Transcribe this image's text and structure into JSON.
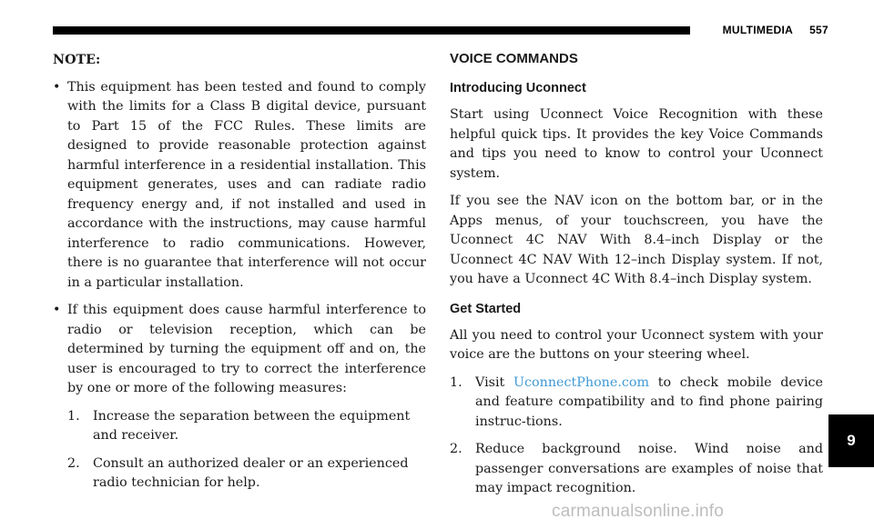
{
  "header": {
    "section": "MULTIMEDIA",
    "page_number": "557"
  },
  "left": {
    "note_label": "NOTE:",
    "bullets": [
      "This equipment has been tested and found to comply with the limits for a Class B digital device, pursuant to Part 15 of the FCC Rules. These limits are designed to provide reasonable protection against harmful interference in a residential installation. This equipment generates, uses and can radiate radio frequency energy and, if not installed and used in accordance with the instructions, may cause harmful interference to radio communications. However, there is no guarantee that interference will not occur in a particular installation.",
      "If this equipment does cause harmful interference to radio or television reception, which can be determined by turning the equipment off and on, the user is encouraged to try to correct the interference by one or more of the following measures:"
    ],
    "measures": [
      {
        "num": "1.",
        "text": "Increase the separation between the equipment and receiver."
      },
      {
        "num": "2.",
        "text": "Consult an authorized dealer or an experienced radio technician for help."
      }
    ]
  },
  "right": {
    "heading": "VOICE COMMANDS",
    "sub1": "Introducing Uconnect",
    "p1": "Start using Uconnect Voice Recognition with these helpful quick tips. It provides the key Voice Commands and tips you need to know to control your Uconnect system.",
    "p2": "If you see the NAV icon on the bottom bar, or in the Apps menus, of your touchscreen, you have the Uconnect 4C NAV With 8.4–inch Display or the Uconnect 4C NAV With 12–inch Display system. If not, you have a Uconnect 4C With 8.4–inch Display system.",
    "sub2": "Get Started",
    "p3": "All you need to control your Uconnect system with your voice are the buttons on your steering wheel.",
    "steps": [
      {
        "num": "1.",
        "pre": "Visit",
        "link": "UconnectPhone.com",
        "post": "to check mobile device and feature compatibility and to find phone pairing instruc-tions."
      },
      {
        "num": "2.",
        "text": "Reduce background noise. Wind noise and passenger conversations are examples of noise that may impact recognition."
      }
    ]
  },
  "chapter_tab": "9",
  "watermark": "carmanualsonline.info",
  "colors": {
    "link": "#3f9ad6",
    "tab": "#000000"
  }
}
